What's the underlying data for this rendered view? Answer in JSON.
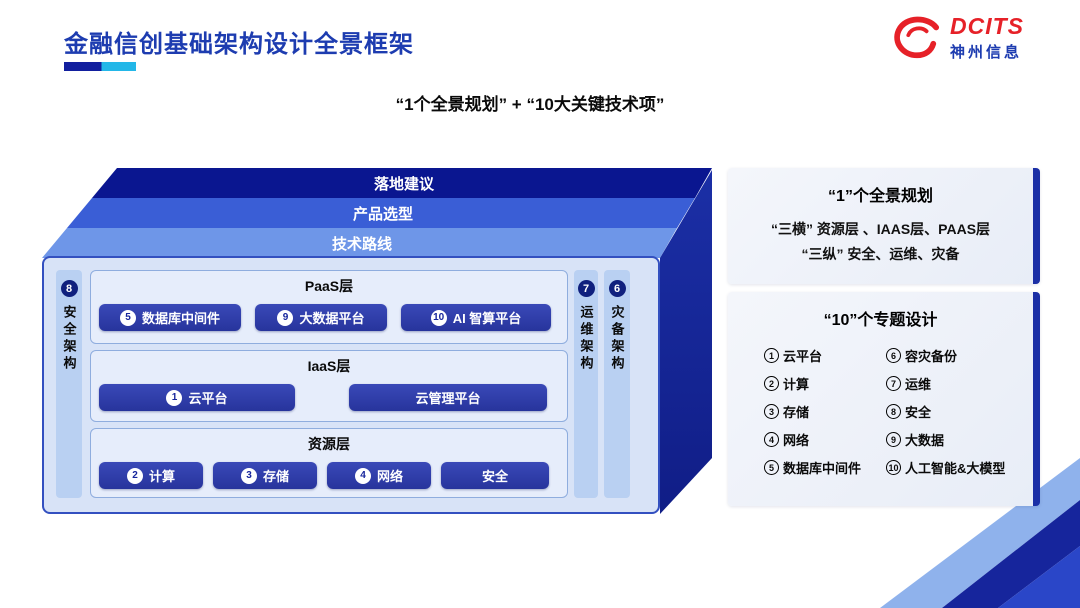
{
  "header": {
    "title": "金融信创基础架构设计全景框架",
    "brand": "DCITS",
    "company": "神州信息"
  },
  "subtitle": "“1个全景规划” + “10大关键技术项”",
  "diagram": {
    "top_layers": [
      {
        "label": "落地建议"
      },
      {
        "label": "产品选型"
      },
      {
        "label": "技术路线"
      }
    ],
    "left_bar": {
      "num": "8",
      "label": "安全架构"
    },
    "right_bar_1": {
      "num": "7",
      "label": "运维架构"
    },
    "right_bar_2": {
      "num": "6",
      "label": "灾备架构"
    },
    "paas": {
      "title": "PaaS层",
      "items": [
        {
          "num": "5",
          "label": "数据库中间件"
        },
        {
          "num": "9",
          "label": "大数据平台"
        },
        {
          "num": "10",
          "label": "AI 智算平台"
        }
      ]
    },
    "iaas": {
      "title": "IaaS层",
      "items": [
        {
          "num": "1",
          "label": "云平台"
        },
        {
          "label": "云管理平台"
        }
      ]
    },
    "resource": {
      "title": "资源层",
      "items": [
        {
          "num": "2",
          "label": "计算"
        },
        {
          "num": "3",
          "label": "存储"
        },
        {
          "num": "4",
          "label": "网络"
        },
        {
          "label": "安全"
        }
      ]
    }
  },
  "panel_overview": {
    "title": "“1”个全景规划",
    "line1": "“三横” 资源层 、IAAS层、PAAS层",
    "line2": "“三纵” 安全、运维、灾备"
  },
  "panel_topics": {
    "title": "“10”个专题设计",
    "col1": [
      {
        "num": "1",
        "label": "云平台"
      },
      {
        "num": "2",
        "label": "计算"
      },
      {
        "num": "3",
        "label": "存储"
      },
      {
        "num": "4",
        "label": "网络"
      },
      {
        "num": "5",
        "label": "数据库中间件"
      }
    ],
    "col2": [
      {
        "num": "6",
        "label": "容灾备份"
      },
      {
        "num": "7",
        "label": "运维"
      },
      {
        "num": "8",
        "label": "安全"
      },
      {
        "num": "9",
        "label": "大数据"
      },
      {
        "num": "10",
        "label": "人工智能&大模型"
      }
    ]
  },
  "colors": {
    "title_blue": "#1d3cb0",
    "navy_band": "#0a1690",
    "mid_band": "#3a5ed6",
    "light_band": "#6e96e8",
    "side_face": "#16259c",
    "chip_blue": "#2e3ca8",
    "face_fill": "#d8e3f7",
    "panel_bg": "#eef2f9",
    "accent_bar": "#1b2fa6",
    "logo_red": "#e62128",
    "stripe_light": "#8fb2ec",
    "stripe_navy": "#16259c",
    "stripe_bright": "#2a46c8"
  }
}
